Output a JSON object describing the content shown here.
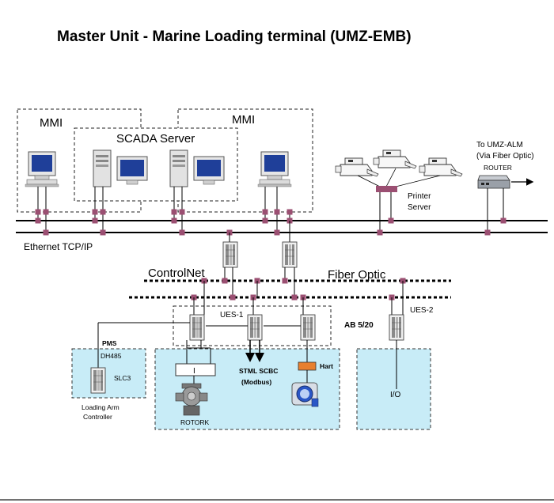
{
  "title": "Master Unit - Marine Loading terminal (UMZ-EMB)",
  "labels": {
    "mmi_left": "MMI",
    "mmi_right": "MMI",
    "scada_server": "SCADA Server",
    "to_umz_alm": "To UMZ-ALM",
    "via_fiber": "(Via Fiber Optic)",
    "router": "ROUTER",
    "printer": "Printer",
    "server": "Server",
    "ethernet": "Ethernet TCP/IP",
    "controlnet": "ControlNet",
    "fiber_optic": "Fiber Optic",
    "ues1": "UES-1",
    "ues2": "UES-2",
    "ab520": "AB 5/20",
    "pms": "PMS",
    "dh485": "DH485",
    "slc3": "SLC3",
    "loading_arm_1": "Loading Arm",
    "loading_arm_2": "Controller",
    "stml_scbc": "STML SCBC",
    "modbus": "(Modbus)",
    "hart": "Hart",
    "rotork": "ROTORK",
    "io": "I/O",
    "io_block": "I"
  },
  "colors": {
    "zone_fill": "#c8ecf7",
    "connector": "#9b4f72",
    "router_body": "#9aa0a8",
    "monitor_screen": "#1f3f99",
    "hart_box": "#e87f2e"
  }
}
